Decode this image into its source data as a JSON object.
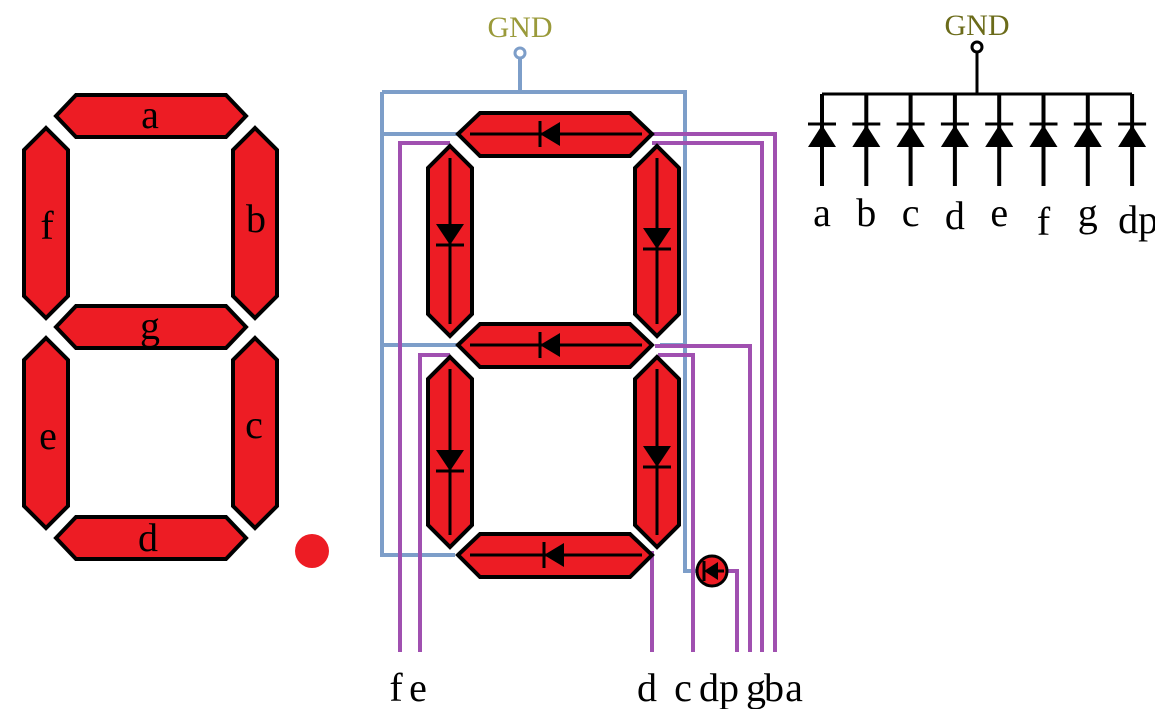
{
  "left_display": {
    "segments": [
      "a",
      "b",
      "c",
      "d",
      "e",
      "f",
      "g"
    ],
    "segment_color": "#ed1c24"
  },
  "middle_circuit": {
    "gnd_label": "GND",
    "gnd_color": "#9a9a3a",
    "common_wire_color": "#7d9ec9",
    "signal_wire_color": "#a050b0",
    "bottom_pins": [
      "f",
      "e",
      "d",
      "c",
      "dp",
      "g",
      "b",
      "a"
    ]
  },
  "right_schematic": {
    "gnd_label": "GND",
    "gnd_color": "#6b6b1a",
    "pins": [
      "a",
      "b",
      "c",
      "d",
      "e",
      "f",
      "g",
      "dp"
    ]
  }
}
